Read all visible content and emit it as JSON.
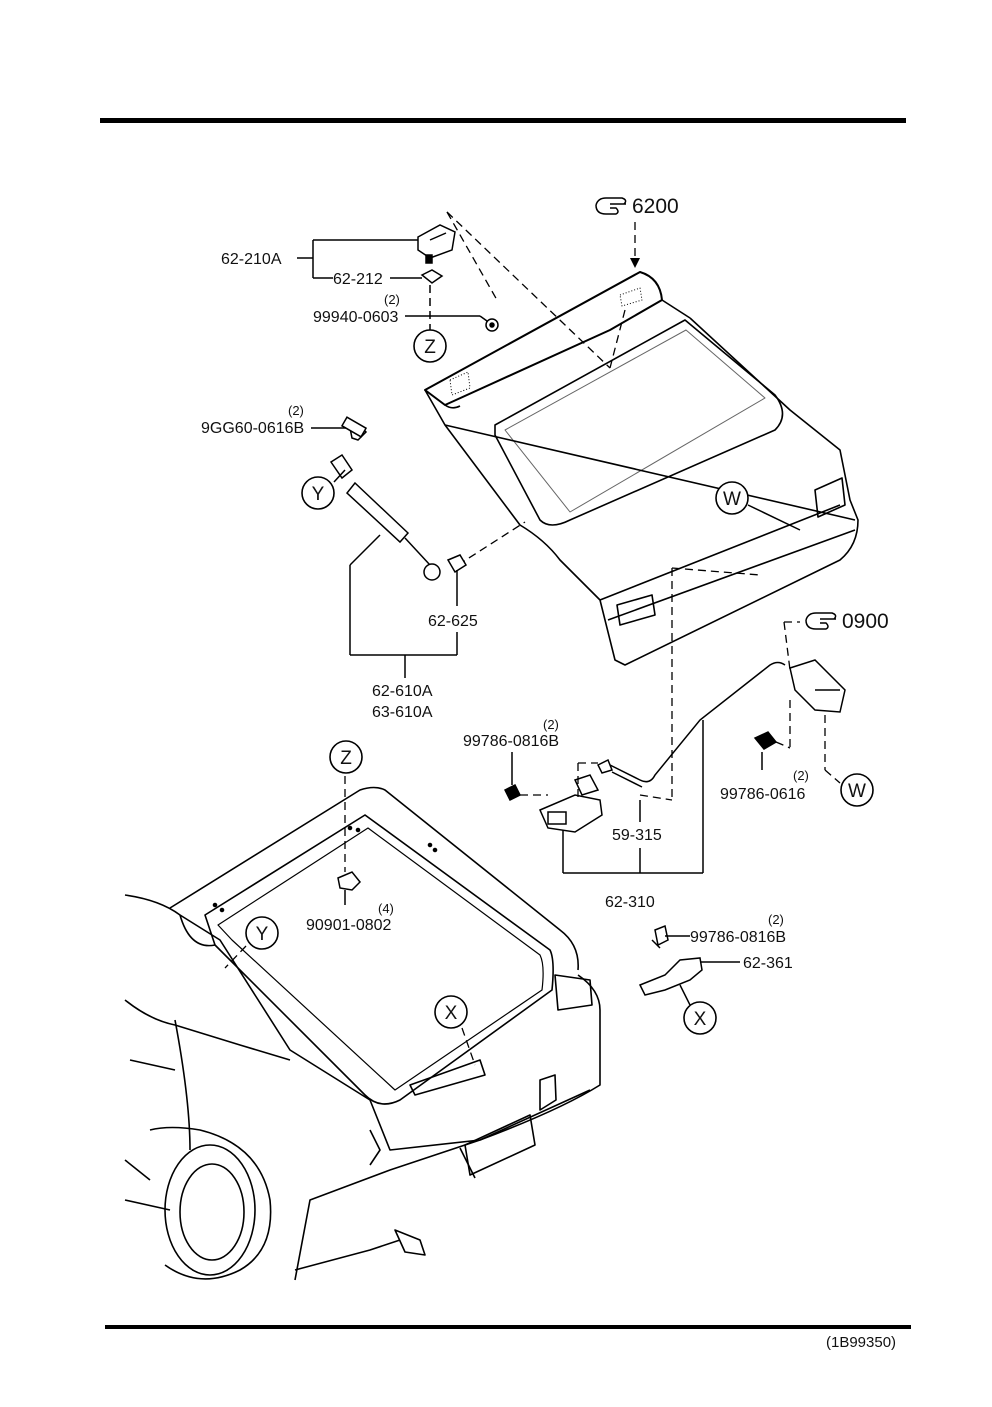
{
  "diagram": {
    "references": [
      {
        "id": "ref-6200",
        "text": "6200",
        "icon": "pointing-hand-icon"
      },
      {
        "id": "ref-0900",
        "text": "0900",
        "icon": "pointing-hand-icon"
      }
    ],
    "parts": {
      "p_62_210A": "62-210A",
      "p_62_212": "62-212",
      "p_99940_0603": "99940-0603",
      "q_99940_0603": "(2)",
      "p_9GG60_0616B": "9GG60-0616B",
      "q_9GG60_0616B": "(2)",
      "p_62_625": "62-625",
      "p_62_610A": "62-610A",
      "p_63_610A": "63-610A",
      "p_99786_0816B_a": "99786-0816B",
      "q_99786_0816B_a": "(2)",
      "p_99786_0616": "99786-0616",
      "q_99786_0616": "(2)",
      "p_59_315": "59-315",
      "p_62_310": "62-310",
      "p_90901_0802": "90901-0802",
      "q_90901_0802": "(4)",
      "p_99786_0816B_b": "99786-0816B",
      "q_99786_0816B_b": "(2)",
      "p_62_361": "62-361"
    },
    "callouts": {
      "z": "Z",
      "y": "Y",
      "w": "W",
      "x": "X"
    },
    "footer_code": "(1B99350)"
  }
}
